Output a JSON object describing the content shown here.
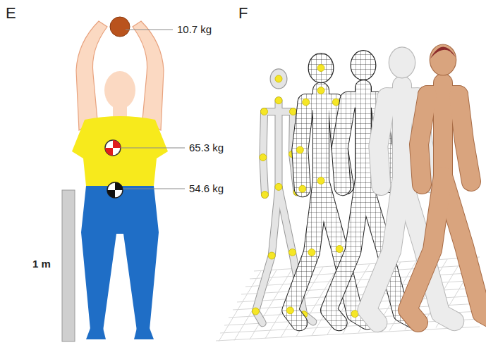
{
  "diagram": {
    "labels": [
      "E",
      "F",
      "10.7 kg",
      "65.3 kg",
      "54.6 kg",
      "1 m"
    ]
  }
}
